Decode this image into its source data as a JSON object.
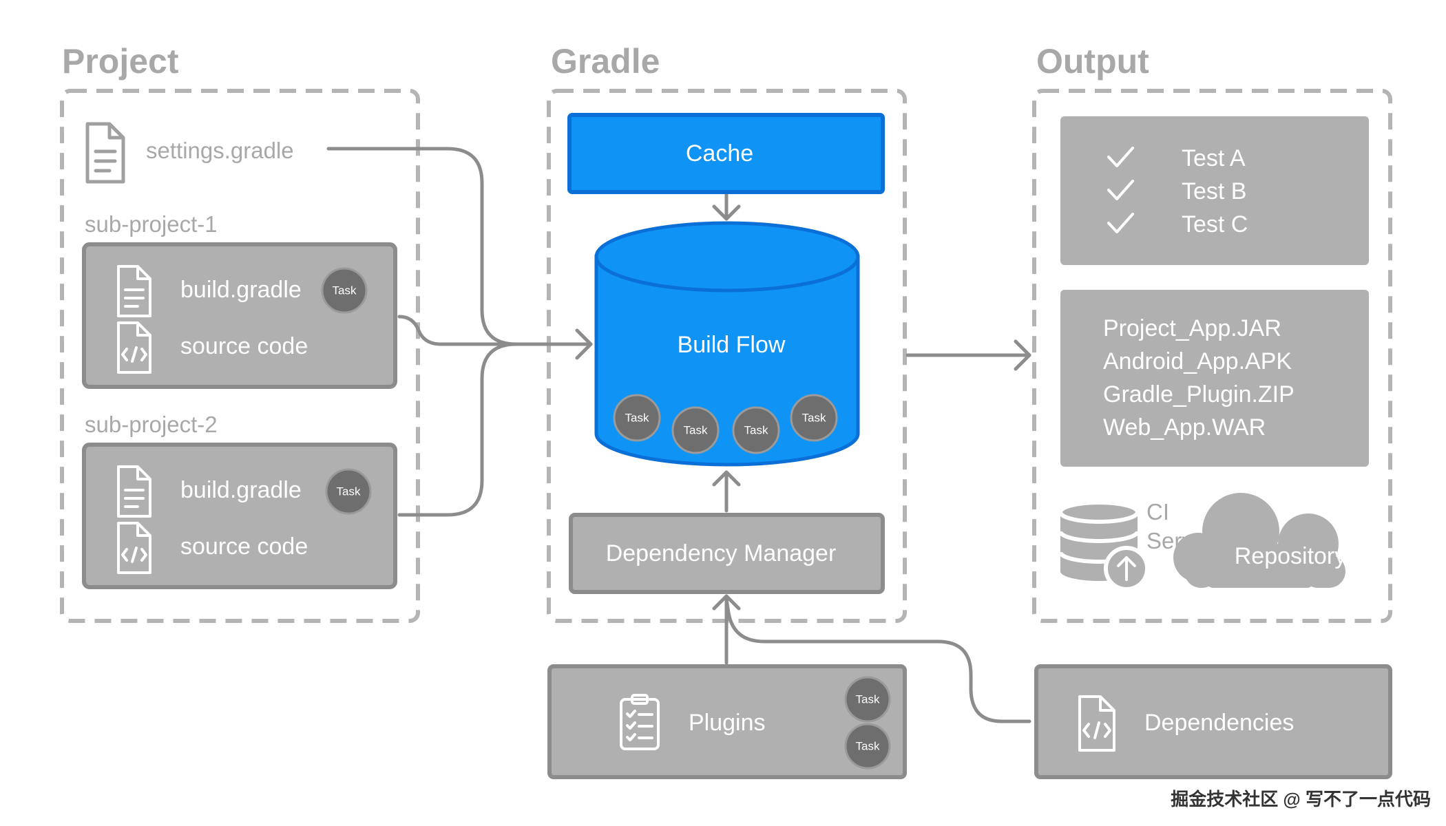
{
  "sections": {
    "project": "Project",
    "gradle": "Gradle",
    "output": "Output"
  },
  "project": {
    "settings_file": "settings.gradle",
    "sub1": {
      "title": "sub-project-1",
      "build_file": "build.gradle",
      "source": "source code",
      "task": "Task"
    },
    "sub2": {
      "title": "sub-project-2",
      "build_file": "build.gradle",
      "source": "source code",
      "task": "Task"
    }
  },
  "gradle": {
    "cache": "Cache",
    "build_flow": "Build Flow",
    "build_flow_tasks": [
      "Task",
      "Task",
      "Task",
      "Task"
    ],
    "dependency_manager": "Dependency Manager"
  },
  "plugins": {
    "label": "Plugins",
    "tasks": [
      "Task",
      "Task"
    ]
  },
  "dependencies": {
    "label": "Dependencies"
  },
  "output": {
    "tests": [
      "Test A",
      "Test B",
      "Test C"
    ],
    "artifacts": [
      "Project_App.JAR",
      "Android_App.APK",
      "Gradle_Plugin.ZIP",
      "Web_App.WAR"
    ],
    "ci_server": [
      "CI",
      "Server"
    ],
    "repository": "Repository"
  },
  "colors": {
    "blue": "#0f93f5",
    "blue_stroke": "#0a6fd6",
    "grey_box": "#b0b0b0",
    "grey_text": "#a8a8a8"
  },
  "watermark": "掘金技术社区 @ 写不了一点代码",
  "icons": [
    "file-icon",
    "code-file-icon",
    "checklist-icon",
    "check-icon",
    "database-upload-icon",
    "cloud-icon",
    "arrow-icon"
  ]
}
